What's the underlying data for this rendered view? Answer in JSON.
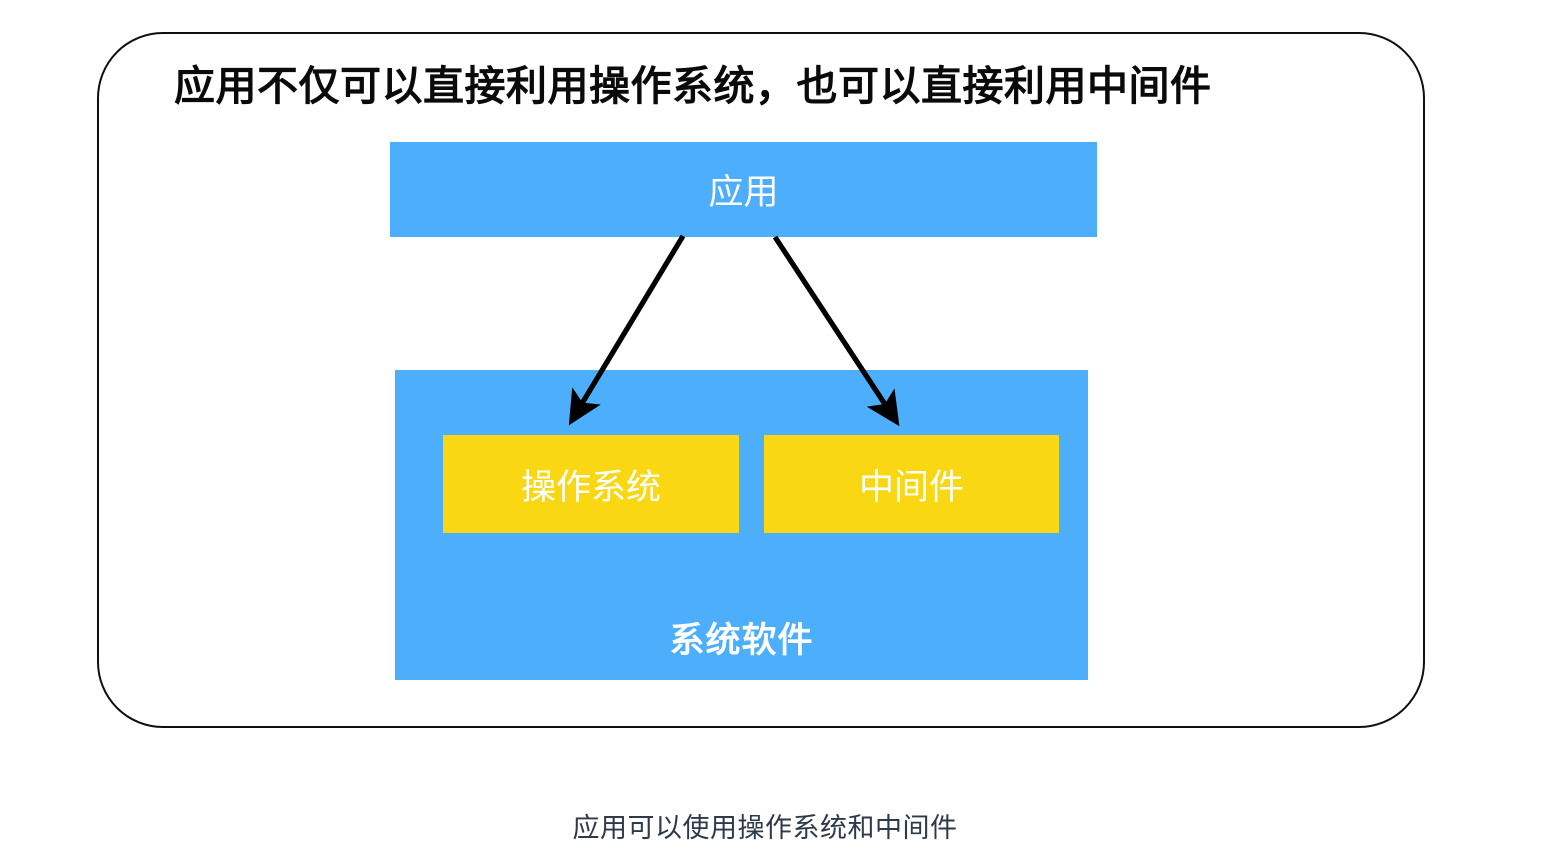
{
  "diagram": {
    "title": "应用不仅可以直接利用操作系统，也可以直接利用中间件",
    "caption": "应用可以使用操作系统和中间件",
    "colors": {
      "blue": "#4DAFFB",
      "yellow": "#FAD713",
      "frame_border": "#0F0F12",
      "title_text": "#0A0A0A",
      "box_text": "#FFFFFF",
      "caption_text": "#2E3A4A",
      "arrow": "#000000"
    },
    "nodes": {
      "application": "应用",
      "system_software": "系统软件",
      "operating_system": "操作系统",
      "middleware": "中间件"
    },
    "edges": [
      {
        "from": "应用",
        "to": "操作系统",
        "style": "solid-arrow"
      },
      {
        "from": "应用",
        "to": "中间件",
        "style": "solid-arrow"
      }
    ]
  }
}
